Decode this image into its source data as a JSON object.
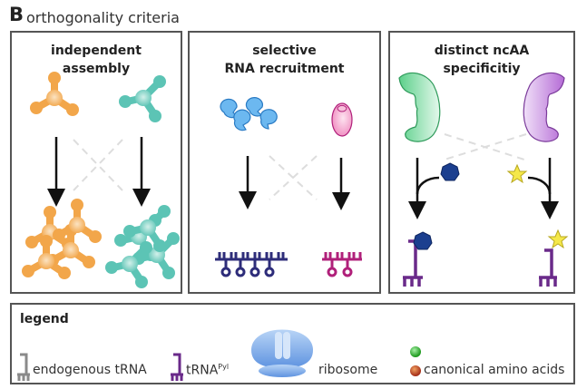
{
  "figure": {
    "label": "B",
    "title": "orthogonality criteria"
  },
  "panels": [
    {
      "title_line1": "independent",
      "title_line2": "assembly",
      "left_component": "orange tripod protein complex",
      "right_component": "teal tripod protein complex",
      "left_color": "#f2a64a",
      "right_color": "#5cc4b5"
    },
    {
      "title_line1": "selective",
      "title_line2": "RNA recruitment",
      "left_component": "blue multi-subunit protein",
      "right_component": "pink oval protein",
      "left_color": "#4aa3e8",
      "right_color": "#f08cc0",
      "left_rna_color": "#2e2d7a",
      "right_rna_color": "#b0207a"
    },
    {
      "title_line1": "distinct ncAA",
      "title_line2": "specificitiy",
      "left_enzyme_color": "#5cd08a",
      "right_enzyme_color": "#b56bd6",
      "left_ncaa": "blue heptagon",
      "right_ncaa": "yellow star",
      "ncaa_left_color": "#1b3f8f",
      "ncaa_right_color": "#f5e84a",
      "trna_color": "#6a2a8a"
    }
  ],
  "legend": {
    "title": "legend",
    "items": [
      {
        "label": "endogenous tRNA",
        "icon": "grey-trna-icon",
        "color": "#8a8a8a"
      },
      {
        "label": "tRNA",
        "superscript": "Pyl",
        "icon": "purple-trna-icon",
        "color": "#6a2a8a"
      },
      {
        "label": "ribosome",
        "icon": "ribosome-icon",
        "color": "#6fa3e6"
      },
      {
        "label": "canonical amino acids",
        "icon": "amino-acid-icon",
        "colors": [
          "#2db52d",
          "#c4421e"
        ]
      }
    ]
  }
}
